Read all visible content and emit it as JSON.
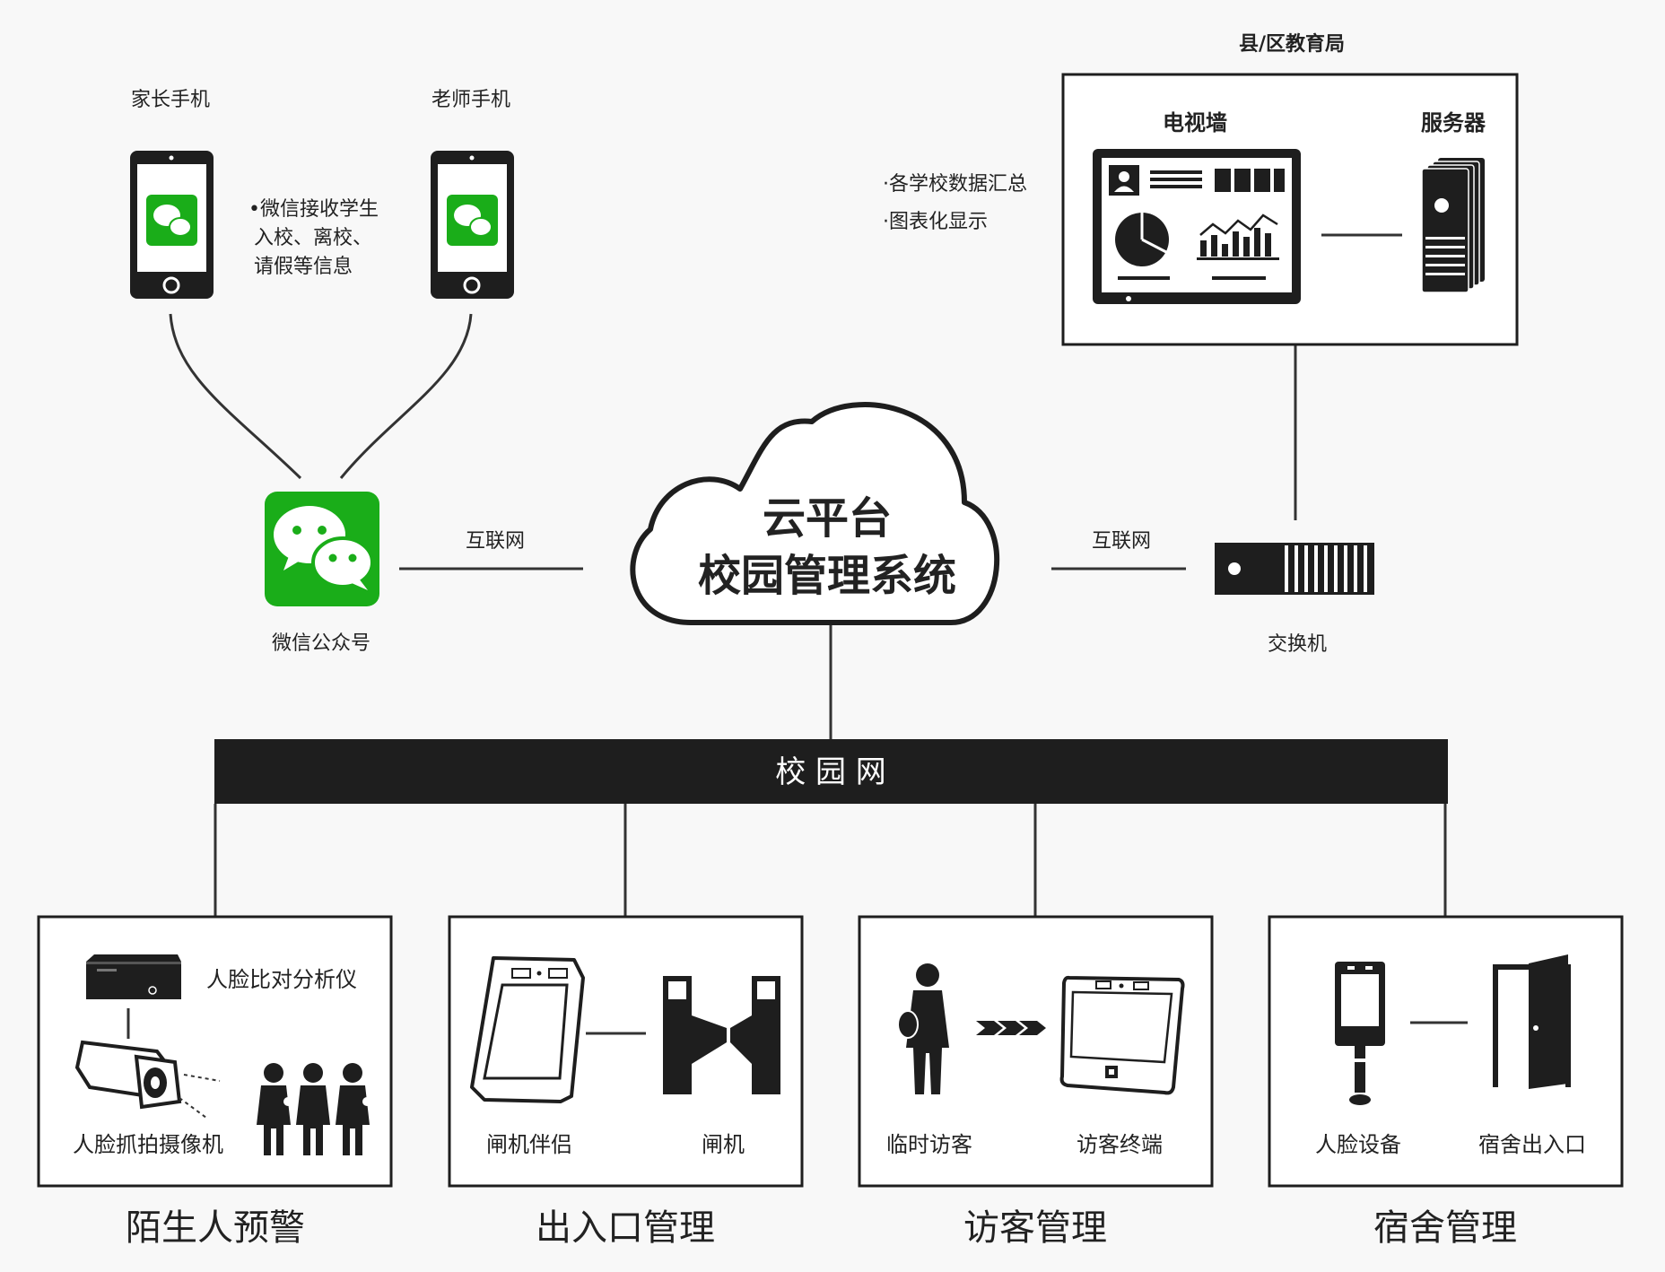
{
  "top_left": {
    "parent_phone_label": "家长手机",
    "teacher_phone_label": "老师手机",
    "note_lines": [
      "•微信接收学生",
      "入校、离校、",
      "请假等信息"
    ],
    "wechat_label": "微信公众号",
    "internet_left": "互联网",
    "wechat_green": "#1aad19"
  },
  "cloud": {
    "line1": "云平台",
    "line2": "校园管理系统"
  },
  "bureau": {
    "title": "县/区教育局",
    "tv_wall_label": "电视墙",
    "server_label": "服务器",
    "notes": [
      "·各学校数据汇总",
      "·图表化显示"
    ]
  },
  "right_side": {
    "internet_right": "互联网",
    "switch_label": "交换机"
  },
  "campus_net": {
    "label": "校 园 网",
    "bar_color": "#1e1e1e"
  },
  "modules": [
    {
      "title": "陌生人预警",
      "items": [
        "人脸比对分析仪",
        "人脸抓拍摄像机"
      ]
    },
    {
      "title": "出入口管理",
      "items": [
        "闸机伴侣",
        "闸机"
      ]
    },
    {
      "title": "访客管理",
      "items": [
        "临时访客",
        "访客终端"
      ]
    },
    {
      "title": "宿舍管理",
      "items": [
        "人脸设备",
        "宿舍出入口"
      ]
    }
  ]
}
